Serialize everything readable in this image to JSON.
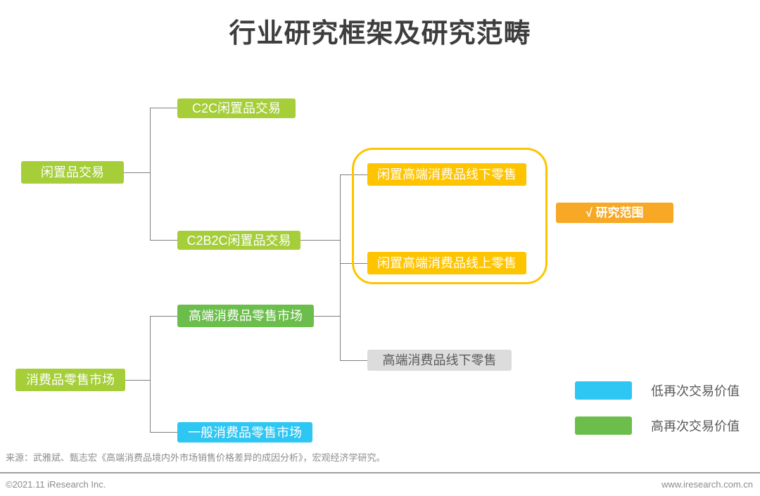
{
  "title": "行业研究框架及研究范畴",
  "colors": {
    "yellow_green": "#A5CE39",
    "green": "#6BBE4B",
    "cyan": "#2EC6F2",
    "yellow": "#FFC400",
    "orange": "#F7A824",
    "gray_box": "#DCDCDC",
    "line": "#808080"
  },
  "diagram": {
    "nodes": {
      "idle_trading": {
        "label": "闲置品交易"
      },
      "c2c_idle_trading": {
        "label": "C2C闲置品交易"
      },
      "c2b2c_idle_trading": {
        "label": "C2B2C闲置品交易"
      },
      "idle_luxury_offline": {
        "label": "闲置高端消费品线下零售"
      },
      "idle_luxury_online": {
        "label": "闲置高端消费品线上零售"
      },
      "luxury_retail_market": {
        "label": "高端消费品零售市场"
      },
      "luxury_offline_retail": {
        "label": "高端消费品线下零售"
      },
      "consumer_retail_market": {
        "label": "消费品零售市场"
      },
      "general_consumer_retail": {
        "label": "一般消费品零售市场"
      }
    },
    "scope_badge_label": "√ 研究范围"
  },
  "legend": {
    "items": [
      {
        "label": "低再次交易价值",
        "color": "#2EC6F2"
      },
      {
        "label": "高再次交易价值",
        "color": "#6BBE4B"
      }
    ]
  },
  "source": "来源：武雅斌、甄志宏《高端消费品境内外市场销售价格差异的成因分析》，宏观经济学研究。",
  "footer": {
    "left": "©2021.11 iResearch Inc.",
    "right": "www.iresearch.com.cn"
  }
}
